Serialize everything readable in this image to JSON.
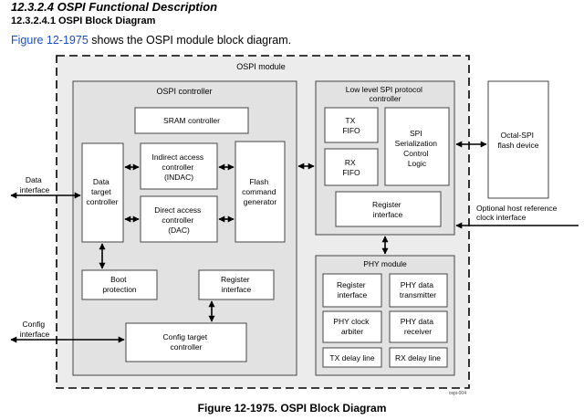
{
  "heading_section": "12.3.2.4 OSPI Functional Description",
  "heading_sub": "12.3.2.4.1 OSPI Block Diagram",
  "intro": {
    "link_text": "Figure 12-1975",
    "rest_text": " shows the OSPI module block diagram."
  },
  "diagram": {
    "ospi_module": "OSPI module",
    "ospi_controller": "OSPI controller",
    "sram_controller": "SRAM controller",
    "data_target_controller": [
      "Data",
      "target",
      "controller"
    ],
    "indac": [
      "Indirect access",
      "controller",
      "(INDAC)"
    ],
    "dac": [
      "Direct access",
      "controller",
      "(DAC)"
    ],
    "flash_cmd_gen": [
      "Flash",
      "command",
      "generator"
    ],
    "boot_protection": [
      "Boot",
      "protection"
    ],
    "register_interface_ctrl": [
      "Register",
      "interface"
    ],
    "config_target_controller": [
      "Config target",
      "controller"
    ],
    "ll_spi": [
      "Low level SPI protocol",
      "controller"
    ],
    "tx_fifo": [
      "TX",
      "FIFO"
    ],
    "rx_fifo": [
      "RX",
      "FIFO"
    ],
    "spi_ser": [
      "SPI",
      "Serialization",
      "Control",
      "Logic"
    ],
    "register_interface_spi": [
      "Register",
      "interface"
    ],
    "phy_module": "PHY module",
    "phy_register_interface": [
      "Register",
      "interface"
    ],
    "phy_data_tx": [
      "PHY data",
      "transmitter"
    ],
    "phy_clock_arbiter": [
      "PHY clock",
      "arbiter"
    ],
    "phy_data_rx": [
      "PHY data",
      "receiver"
    ],
    "tx_delay_line": "TX delay line",
    "rx_delay_line": "RX delay line",
    "octal_spi": [
      "Octal-SPI",
      "flash device"
    ],
    "data_interface": [
      "Data",
      "interface"
    ],
    "config_interface": [
      "Config",
      "interface"
    ],
    "optional_clock": [
      "Optional host reference",
      "clock interface"
    ],
    "figure_id": "ospi-004"
  },
  "caption": "Figure 12-1975. OSPI Block Diagram"
}
